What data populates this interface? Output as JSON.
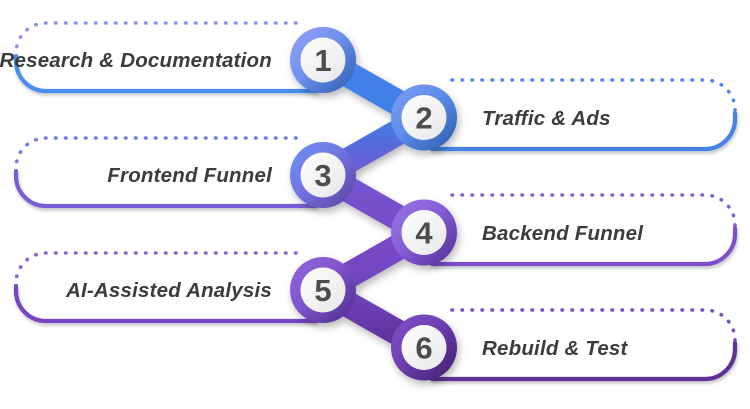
{
  "diagram": {
    "type": "process-flow-zigzag",
    "background": "#ffffff",
    "label_color": "#3c3c3c",
    "number_color": "#4d4d4d",
    "chain_colors": [
      "#4583EC",
      "#3F7EE6",
      "#7156D0",
      "#7A4AC8",
      "#7143BE",
      "#5D3099"
    ],
    "steps": [
      {
        "number": "1",
        "label": "Research & Documentation",
        "side": "left",
        "dot_color": "#8A92F2",
        "solid_color": "#4A8FEE",
        "circle_start": "#98A0F4",
        "circle_end": "#3D80E8"
      },
      {
        "number": "2",
        "label": "Traffic & Ads",
        "side": "right",
        "dot_color": "#4E8BF0",
        "solid_color": "#4583E9",
        "circle_start": "#7D9CF2",
        "circle_end": "#3A7CE4"
      },
      {
        "number": "3",
        "label": "Frontend Funnel",
        "side": "left",
        "dot_color": "#6F7DEA",
        "solid_color": "#7C5CD6",
        "circle_start": "#6B90F0",
        "circle_end": "#7A58D4"
      },
      {
        "number": "4",
        "label": "Backend Funnel",
        "side": "right",
        "dot_color": "#8560D6",
        "solid_color": "#7E50CC",
        "circle_start": "#9A76E6",
        "circle_end": "#6D41C6"
      },
      {
        "number": "5",
        "label": "AI-Assisted Analysis",
        "side": "left",
        "dot_color": "#8B66D8",
        "solid_color": "#7445C2",
        "circle_start": "#9168DC",
        "circle_end": "#6A3CBA"
      },
      {
        "number": "6",
        "label": "Rebuild & Test",
        "side": "right",
        "dot_color": "#7C4FC0",
        "solid_color": "#5E3095",
        "circle_start": "#7F52CA",
        "circle_end": "#562B93"
      }
    ]
  }
}
